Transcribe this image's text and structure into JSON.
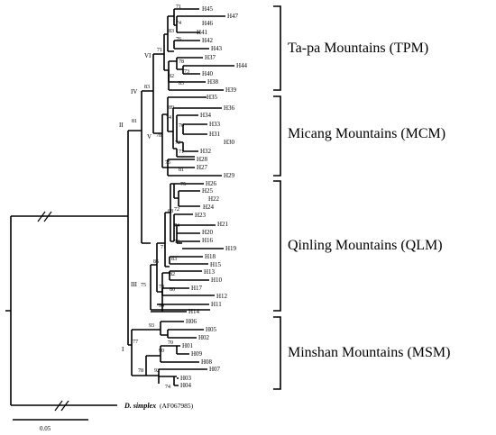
{
  "groups": {
    "tpm": "Ta-pa Mountains (TPM)",
    "mcm": "Micang Mountains (MCM)",
    "qlm": "Qinling Mountains (QLM)",
    "msm": "Minshan Mountains (MSM)"
  },
  "outgroup": {
    "species": "D. simplex",
    "accession": "(AF067985)"
  },
  "scale": {
    "label": "0.05"
  },
  "node_labels": {
    "I": "I",
    "II": "II",
    "III": "III",
    "IV": "IV",
    "V": "V",
    "VI": "VI"
  },
  "tips": {
    "H45": "H45",
    "H47": "H47",
    "H46": "H46",
    "H41": "H41",
    "H42": "H42",
    "H43": "H43",
    "H37": "H37",
    "H44": "H44",
    "H40": "H40",
    "H38": "H38",
    "H39": "H39",
    "H35": "H35",
    "H36": "H36",
    "H34": "H34",
    "H33": "H33",
    "H31": "H31",
    "H30": "H30",
    "H32": "H32",
    "H28": "H28",
    "H27": "H27",
    "H29": "H29",
    "H26": "H26",
    "H25": "H25",
    "H22": "H22",
    "H24": "H24",
    "H23": "H23",
    "H21": "H21",
    "H20": "H20",
    "H16": "H16",
    "H19": "H19",
    "H18": "H18",
    "H15": "H15",
    "H13": "H13",
    "H10": "H10",
    "H17": "H17",
    "H12": "H12",
    "H11": "H11",
    "H14": "H14",
    "H06": "H06",
    "H05": "H05",
    "H02": "H02",
    "H01": "H01",
    "H09": "H09",
    "H08": "H08",
    "H07": "H07",
    "H03": "H03",
    "H04": "H04"
  },
  "bootstrap": {
    "n71a": "71",
    "n74": "74",
    "n83a": "83",
    "n76": "76",
    "n71b": "71",
    "n78": "78",
    "n73": "73",
    "n82a": "82",
    "n83b": "83",
    "n83c": "83",
    "n89": "89",
    "n74b": "74",
    "n76b": "76",
    "n72": "72",
    "n71c": "71",
    "n78b": "78",
    "n75": "75",
    "n81a": "81",
    "n81b": "81",
    "n75b": "75",
    "n68": "68",
    "n72b": "72",
    "n74c": "74",
    "n73b": "73",
    "n71d": "71",
    "n83d": "83",
    "n86": "86",
    "n82b": "82",
    "n80": "80",
    "n78c": "78",
    "n94": "94",
    "n93": "93",
    "n77": "77",
    "n70": "70",
    "n90": "90",
    "n78d": "78",
    "n92": "92",
    "n74d": "74"
  }
}
